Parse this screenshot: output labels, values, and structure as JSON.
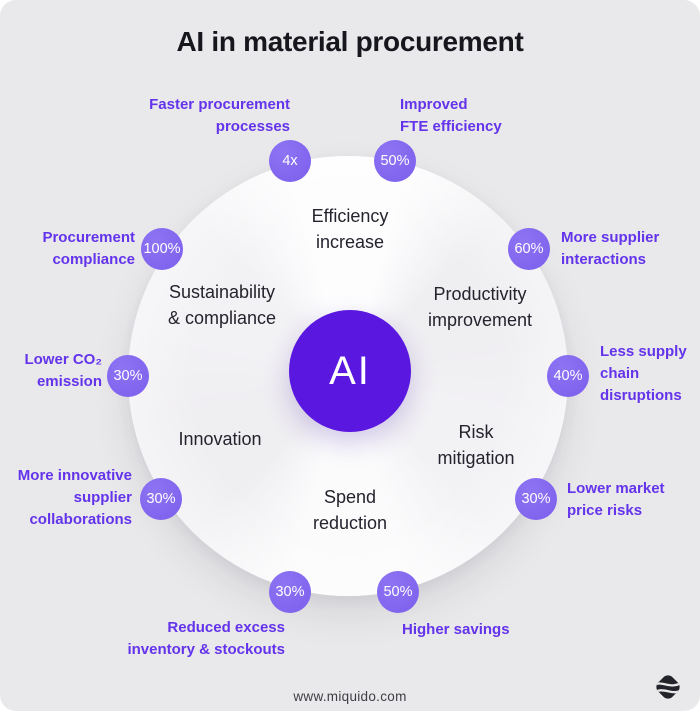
{
  "title": "AI in material procurement",
  "center": {
    "label": "AI"
  },
  "segments": [
    {
      "name": "efficiency-increase",
      "lines": [
        "Efficiency",
        "increase"
      ]
    },
    {
      "name": "productivity-improvement",
      "lines": [
        "Productivity",
        "improvement"
      ]
    },
    {
      "name": "risk-mitigation",
      "lines": [
        "Risk",
        "mitigation"
      ]
    },
    {
      "name": "spend-reduction",
      "lines": [
        "Spend",
        "reduction"
      ]
    },
    {
      "name": "innovation",
      "lines": [
        "Innovation"
      ]
    },
    {
      "name": "sustainability-compliance",
      "lines": [
        "Sustainability",
        "& compliance"
      ]
    }
  ],
  "callouts": [
    {
      "value": "4x",
      "lines": [
        "Faster procurement",
        "processes"
      ],
      "segment": "efficiency-increase"
    },
    {
      "value": "50%",
      "lines": [
        "Improved",
        "FTE efficiency"
      ],
      "segment": "efficiency-increase"
    },
    {
      "value": "60%",
      "lines": [
        "More supplier",
        "interactions"
      ],
      "segment": "productivity-improvement"
    },
    {
      "value": "40%",
      "lines": [
        "Less supply",
        "chain",
        "disruptions"
      ],
      "segment": "risk-mitigation"
    },
    {
      "value": "30%",
      "lines": [
        "Lower market",
        "price risks"
      ],
      "segment": "risk-mitigation"
    },
    {
      "value": "50%",
      "lines": [
        "Higher savings"
      ],
      "segment": "spend-reduction"
    },
    {
      "value": "30%",
      "lines": [
        "Reduced excess",
        "inventory & stockouts"
      ],
      "segment": "spend-reduction"
    },
    {
      "value": "30%",
      "lines": [
        "More innovative",
        "supplier",
        "collaborations"
      ],
      "segment": "innovation"
    },
    {
      "value": "30%",
      "lines": [
        "Lower CO₂",
        "emission"
      ],
      "segment": "innovation"
    },
    {
      "value": "100%",
      "lines": [
        "Procurement",
        "compliance"
      ],
      "segment": "sustainability-compliance"
    }
  ],
  "footer": {
    "website": "www.miquido.com",
    "logo": "miquido-logo"
  },
  "colors": {
    "card_background": "#e9e8ea",
    "center_circle": "#5a17e0",
    "badge": "#8165ef",
    "callout_text": "#6334eb",
    "segment_text": "#25232d",
    "title_text": "#16161d"
  }
}
